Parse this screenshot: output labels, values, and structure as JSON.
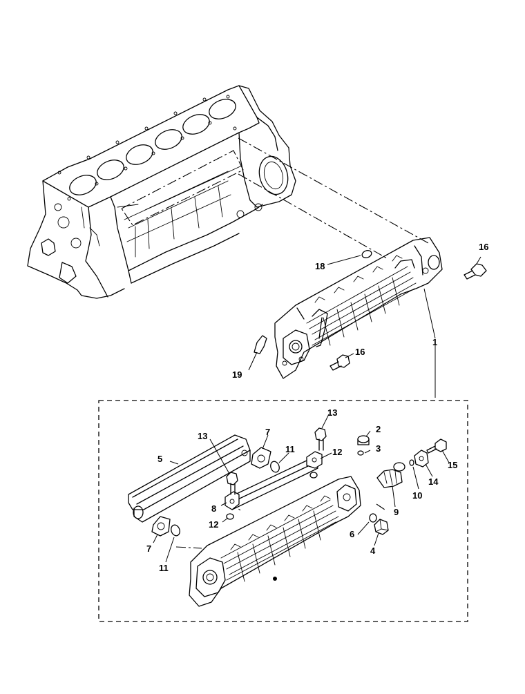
{
  "callouts": {
    "c1": "1",
    "c2": "2",
    "c3": "3",
    "c4": "4",
    "c5": "5",
    "c6": "6",
    "c7a": "7",
    "c7b": "7",
    "c8": "8",
    "c9": "9",
    "c10": "10",
    "c11a": "11",
    "c11b": "11",
    "c12a": "12",
    "c12b": "12",
    "c13a": "13",
    "c13b": "13",
    "c14": "14",
    "c15": "15",
    "c16a": "16",
    "c16b": "16",
    "c18": "18",
    "c19": "19"
  }
}
